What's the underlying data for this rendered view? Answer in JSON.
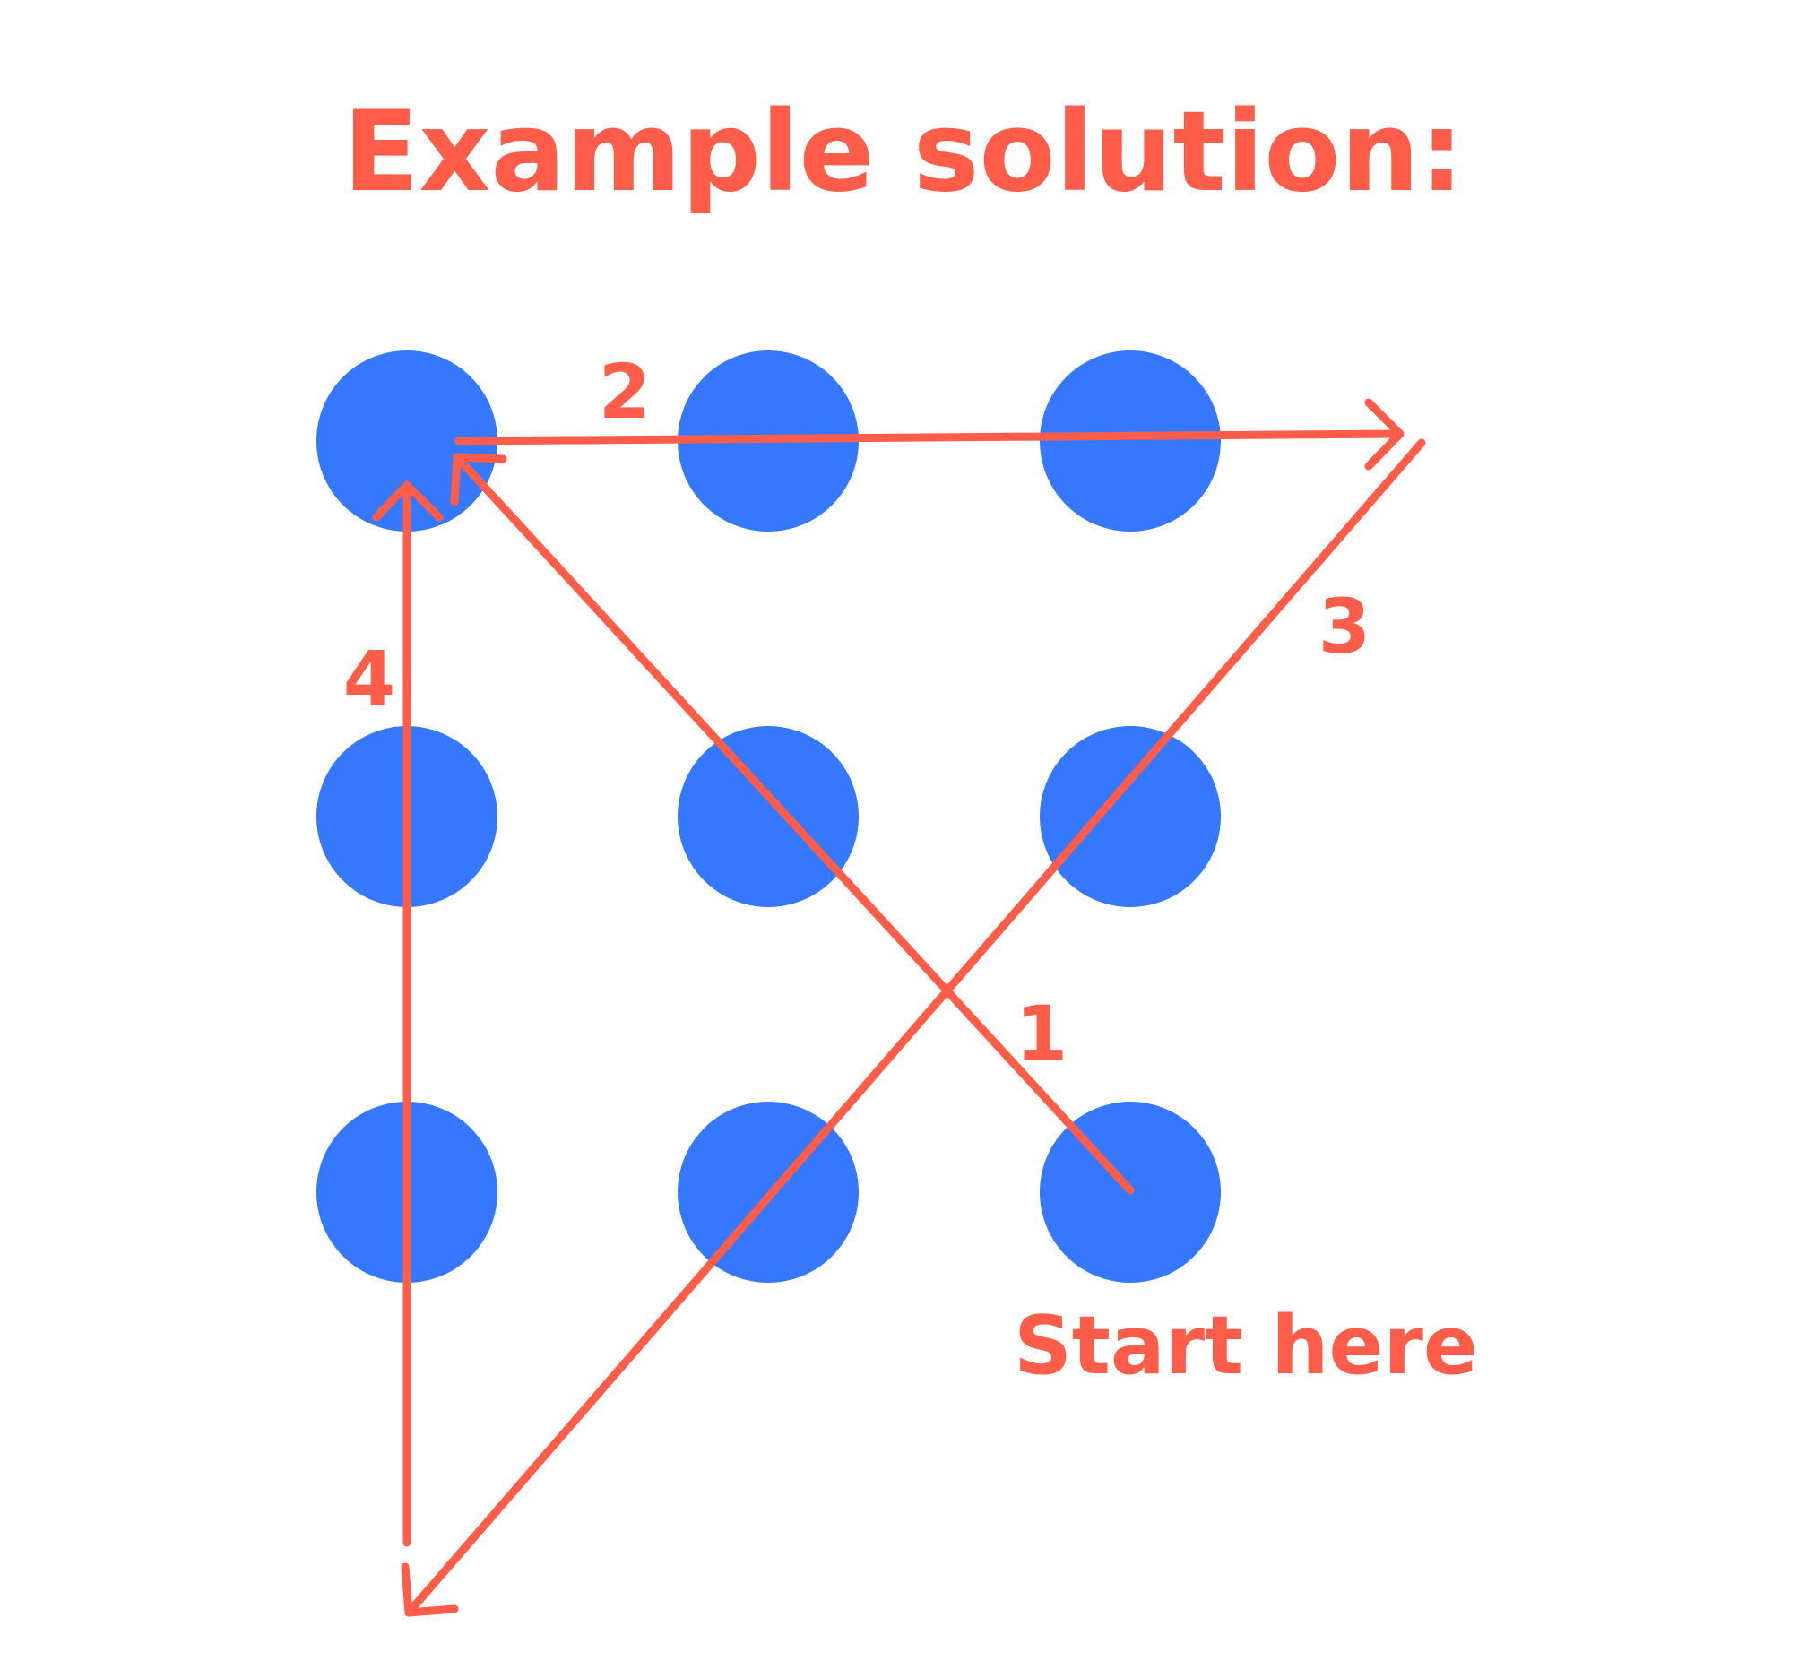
{
  "title": "Example solution:",
  "start_label": "Start here",
  "step_labels": [
    "1",
    "2",
    "3",
    "4"
  ],
  "colors": {
    "dot": "#3578fd",
    "accent": "#ff5c49",
    "background": "#ffffff"
  },
  "grid": {
    "rows": 3,
    "cols": 3
  },
  "path": {
    "start_dot": "row3-col3",
    "steps": [
      {
        "label": "1",
        "from": "bottom-right dot",
        "to": "top-left dot"
      },
      {
        "label": "2",
        "from": "top-left dot",
        "to": "beyond top-right dot"
      },
      {
        "label": "3",
        "from": "beyond top-right dot",
        "to": "below bottom-left dot"
      },
      {
        "label": "4",
        "from": "below bottom-left dot",
        "to": "top-left dot"
      }
    ]
  }
}
